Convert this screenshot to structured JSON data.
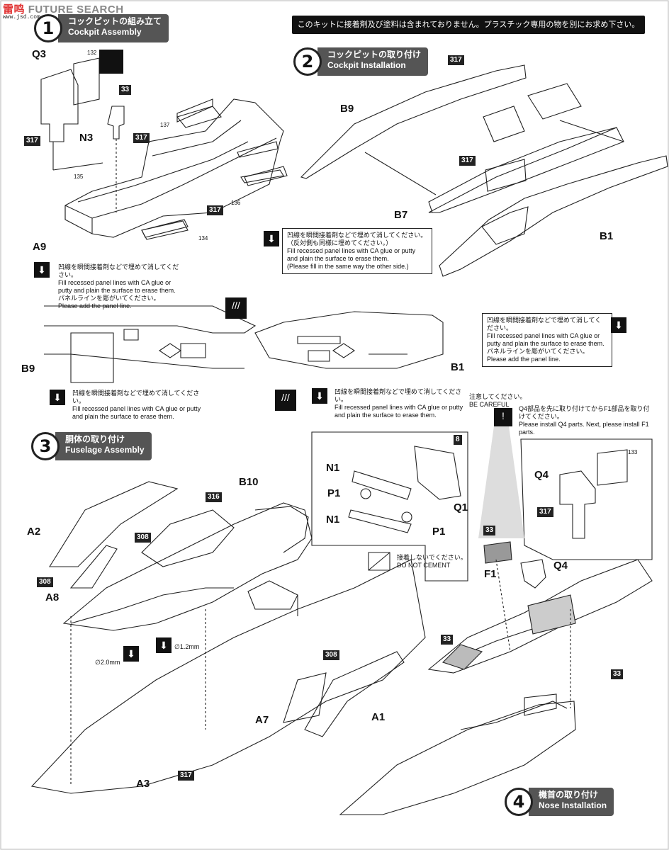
{
  "watermark": {
    "brand": "雷鸣",
    "text": "FUTURE SEARCH",
    "sub": "www.jsd.com.cn"
  },
  "notice": "このキットに接着剤及び塗料は含まれておりません。プラスチック専用の物を別にお求め下さい。",
  "steps": {
    "s1": {
      "num": "1",
      "jp": "コックピットの組み立て",
      "en": "Cockpit Assembly"
    },
    "s2": {
      "num": "2",
      "jp": "コックピットの取り付け",
      "en": "Cockpit Installation"
    },
    "s3": {
      "num": "3",
      "jp": "胴体の取り付け",
      "en": "Fuselage Assembly"
    },
    "s4": {
      "num": "4",
      "jp": "機首の取り付け",
      "en": "Nose Installation"
    }
  },
  "parts": {
    "q3": "Q3",
    "n3": "N3",
    "a9": "A9",
    "b9": "B9",
    "b7": "B7",
    "b1": "B1",
    "b9b": "B9",
    "b1b": "B1",
    "b10": "B10",
    "a2": "A2",
    "a8": "A8",
    "a7": "A7",
    "a1": "A1",
    "a3": "A3",
    "n1a": "N1",
    "n1b": "N1",
    "p1a": "P1",
    "p1b": "P1",
    "q1": "Q1",
    "q4a": "Q4",
    "q4b": "Q4",
    "f1": "F1"
  },
  "paint": {
    "c317a": "317",
    "c317b": "317",
    "c317c": "317",
    "c317d": "317",
    "c317e": "317",
    "c33a": "33",
    "c33b": "33",
    "c33c": "33",
    "c33d": "33",
    "c316": "316",
    "c308a": "308",
    "c308b": "308",
    "c308c": "308",
    "c8": "8",
    "c317f": "317",
    "c317g": "317"
  },
  "decals": {
    "d132": "132",
    "d137": "137",
    "d135": "135",
    "d136": "136",
    "d134": "134",
    "d133": "133"
  },
  "notes": {
    "fill_jp": "凹線を瞬間接着剤などで埋めて消してください。",
    "fill_en": "Fill recessed panel lines with CA glue or putty and plain the surface to erase them.",
    "fill2_jp": "（反対側も同様に埋めてください。）",
    "fill2_en": "(Please fill in the same way the other side.)",
    "add_jp": "パネルラインを彫がいてください。",
    "add_en": "Please add the panel line.",
    "careful_jp": "注意してください。",
    "careful_en": "BE CAREFUL",
    "order_jp": "Q4部品を先に取り付けてからF1部品を取り付けてください。",
    "order_en": "Please install Q4 parts. Next, please install F1 parts.",
    "nocement_jp": "接着しないでください。",
    "nocement_en": "DO NOT CEMENT",
    "d20": "∅2.0mm",
    "d12": "∅1.2mm"
  },
  "colors": {
    "dark": "#111111",
    "label_bg": "#555555",
    "accent_red": "#e03030"
  }
}
